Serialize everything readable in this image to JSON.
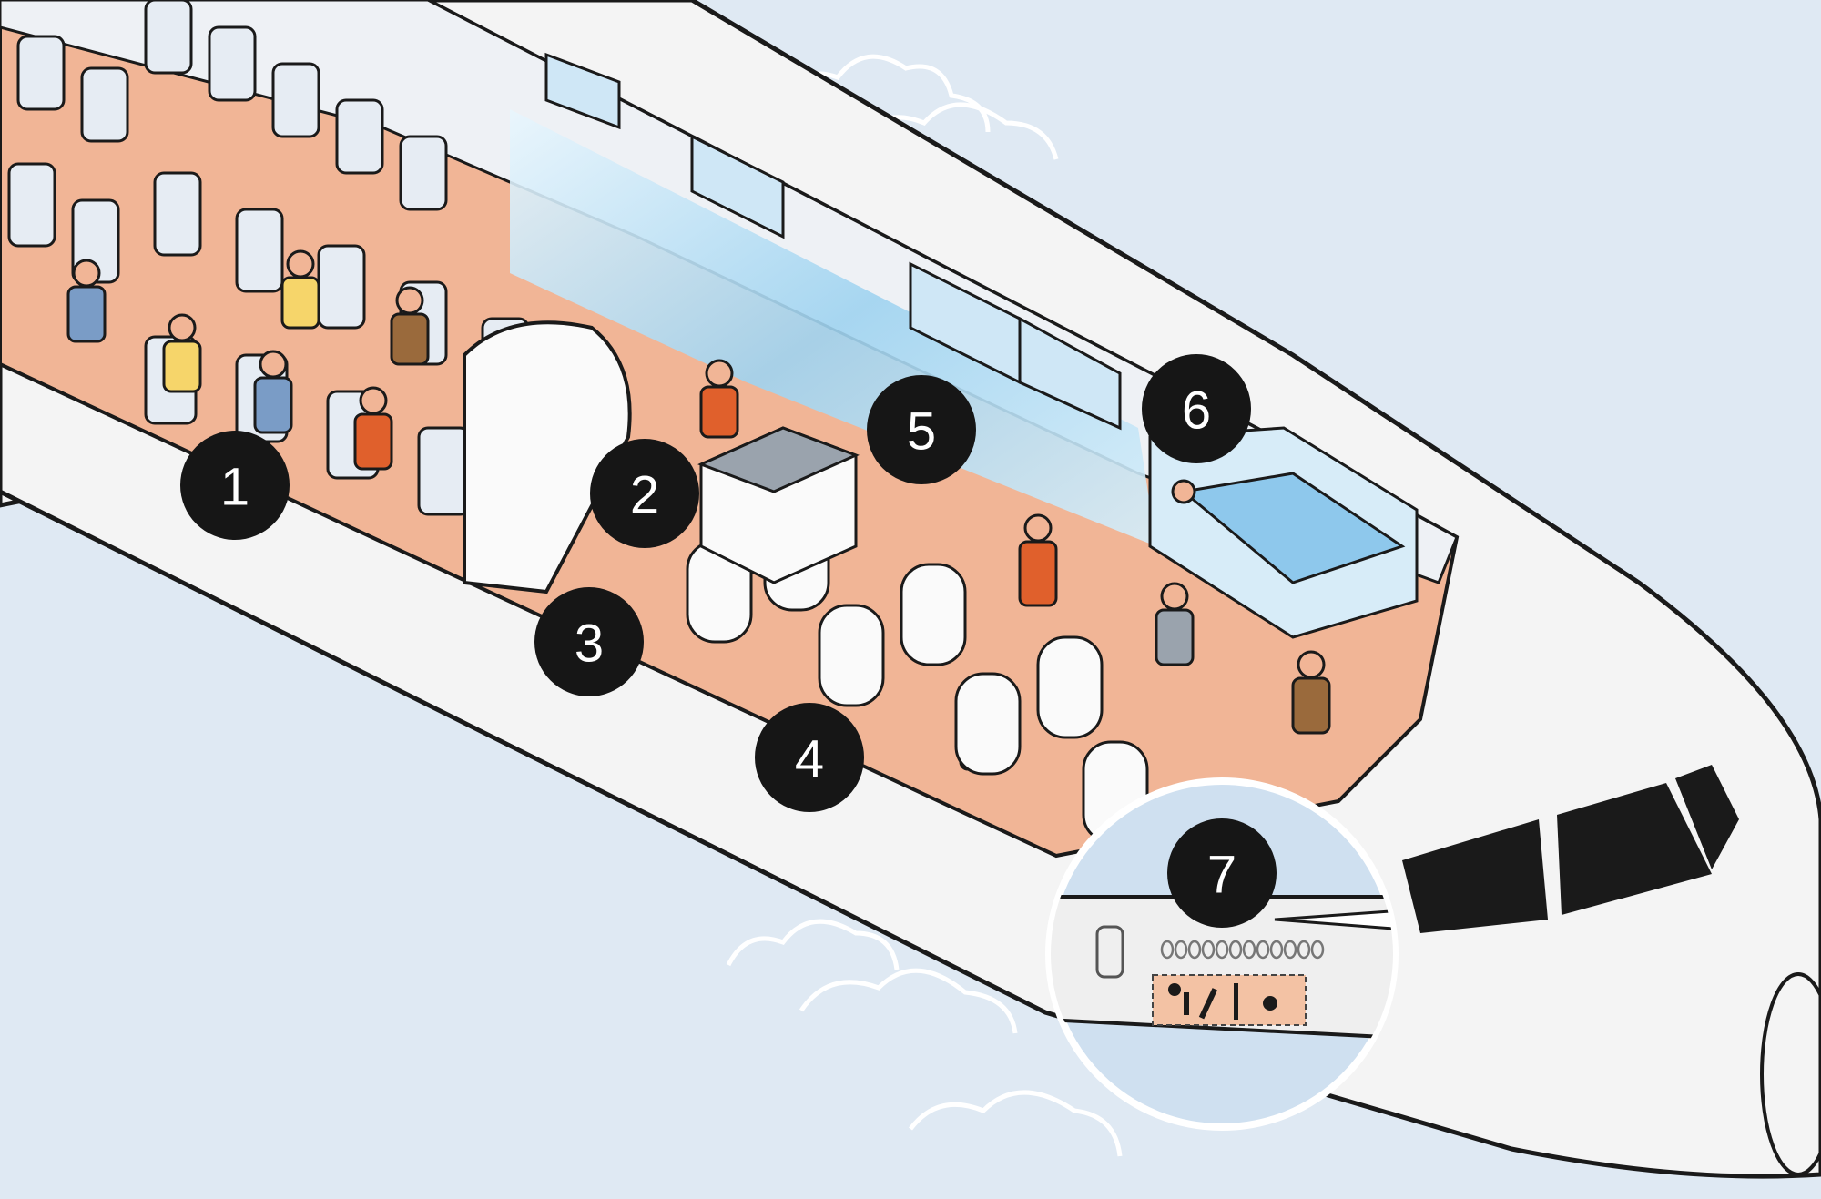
{
  "colors": {
    "sky": "#dfe9f3",
    "fuselage": "#f4f4f4",
    "cabin_floor": "#f1b596",
    "window_glow": "#9fd3f0",
    "callout": "#161616",
    "accent_orange": "#e0602c"
  },
  "callouts": [
    {
      "label": "1",
      "area": "economy-seating"
    },
    {
      "label": "2",
      "area": "snack-bar"
    },
    {
      "label": "3",
      "area": "cabin-partition"
    },
    {
      "label": "4",
      "area": "lounge-pods"
    },
    {
      "label": "5",
      "area": "projection-windows"
    },
    {
      "label": "6",
      "area": "sleep-cabin"
    },
    {
      "label": "7",
      "area": "exterior-detail"
    }
  ]
}
